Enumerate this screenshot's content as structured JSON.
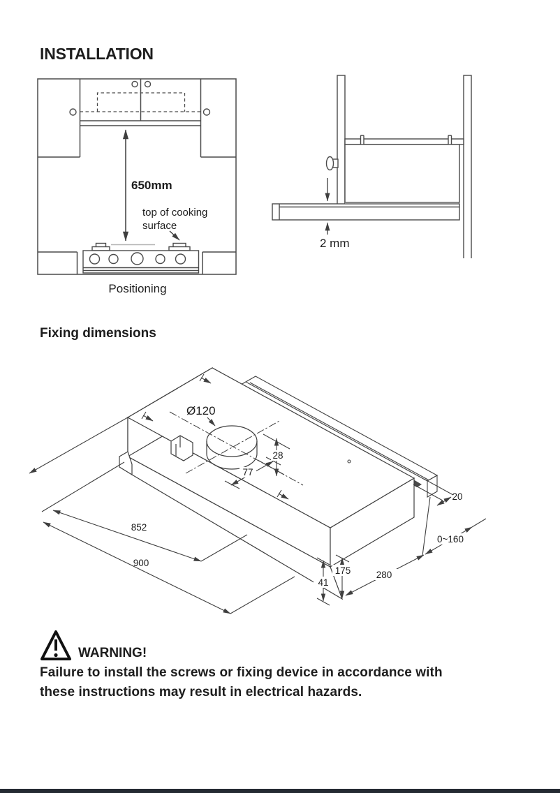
{
  "header": {
    "title": "INSTALLATION"
  },
  "positioning": {
    "caption": "Positioning",
    "height_dim": "650mm",
    "surface_line1": "top of cooking",
    "surface_line2": "surface"
  },
  "side_view": {
    "gap_dim": "2 mm"
  },
  "fixing": {
    "heading": "Fixing dimensions",
    "duct_dim": "Ø120",
    "dim_28": "28",
    "dim_77": "77",
    "dim_852": "852",
    "dim_900": "900",
    "dim_20": "20",
    "dim_range": "0~160",
    "dim_280": "280",
    "dim_175": "175",
    "dim_41": "41"
  },
  "warning": {
    "title": "WARNING!",
    "line1": "Failure to install the screws or fixing device in accordance with",
    "line2": "these instructions may result in electrical hazards."
  },
  "colors": {
    "line": "#3f3f3f",
    "footer_bar": "#242a32",
    "light_line": "#b5b5b5"
  }
}
